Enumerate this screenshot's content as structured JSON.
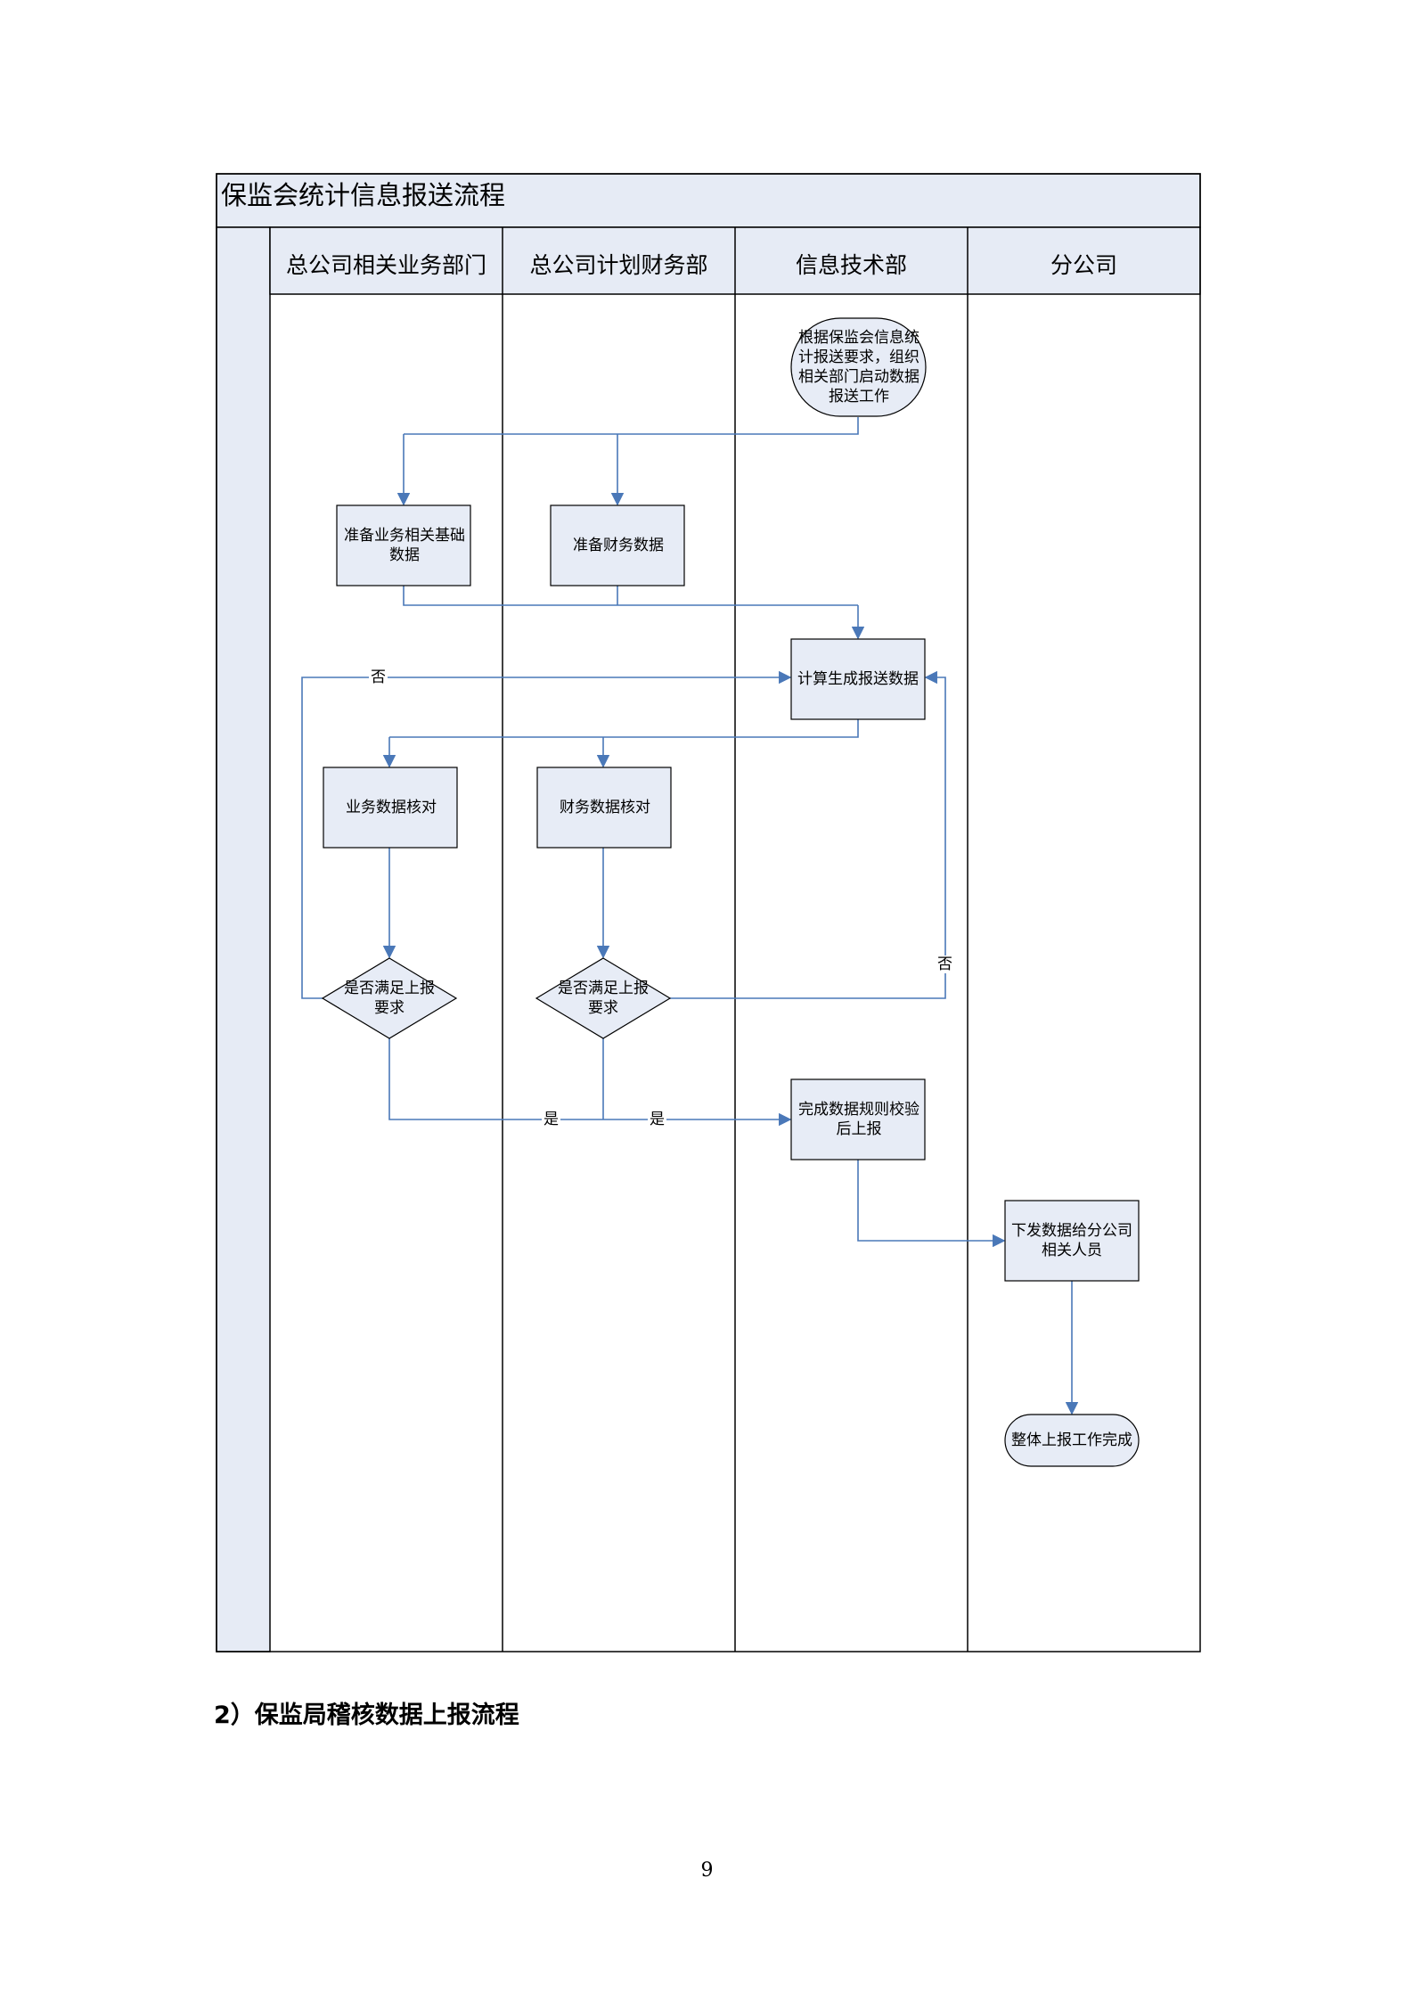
{
  "pool": {
    "title": "保监会统计信息报送流程",
    "lanes": [
      "总公司相关业务部门",
      "总公司计划财务部",
      "信息技术部",
      "分公司"
    ]
  },
  "nodes": {
    "start": "根据保监会信息统计报送要求，组织相关部门启动数据报送工作",
    "prep_business": "准备业务相关基础数据",
    "prep_finance": "准备财务数据",
    "calculate": "计算生成报送数据",
    "check_business": "业务数据核对",
    "check_finance": "财务数据核对",
    "decision_business": "是否满足上报要求",
    "decision_finance": "是否满足上报要求",
    "validate_submit": "完成数据规则校验后上报",
    "distribute": "下发数据给分公司相关人员",
    "end": "整体上报工作完成"
  },
  "edge_labels": {
    "no": "否",
    "yes": "是"
  },
  "section_heading": "2）保监局稽核数据上报流程",
  "page_number": "9",
  "colors": {
    "header_fill": "#e6ebf5",
    "node_fill": "#e7ecf6",
    "arrow": "#4a78b8",
    "border": "#000000"
  }
}
